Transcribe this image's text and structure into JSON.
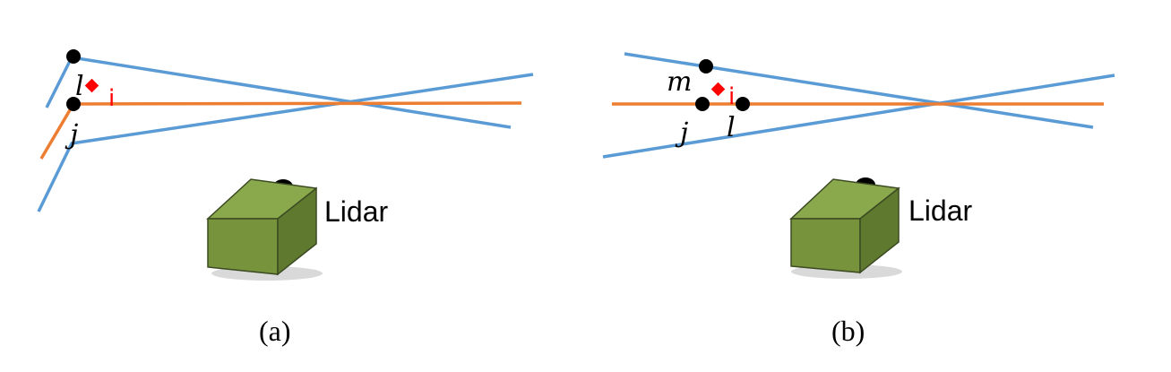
{
  "colors": {
    "scan_line": "#5b9bd5",
    "center_line": "#ed7d31",
    "point": "#000000",
    "query_point": "#ff0000",
    "box_front": "#77933c",
    "box_top": "#8aa84c",
    "box_side": "#5f7a2e",
    "box_edge": "#3b4a22"
  },
  "panels": [
    {
      "caption": "(a)",
      "sensor_label": "Lidar",
      "points": [
        {
          "label": "l"
        },
        {
          "label": "j"
        }
      ],
      "query": {
        "label": "i"
      }
    },
    {
      "caption": "(b)",
      "sensor_label": "Lidar",
      "points": [
        {
          "label": "m"
        },
        {
          "label": "j"
        },
        {
          "label": "l"
        }
      ],
      "query": {
        "label": "i"
      }
    }
  ]
}
